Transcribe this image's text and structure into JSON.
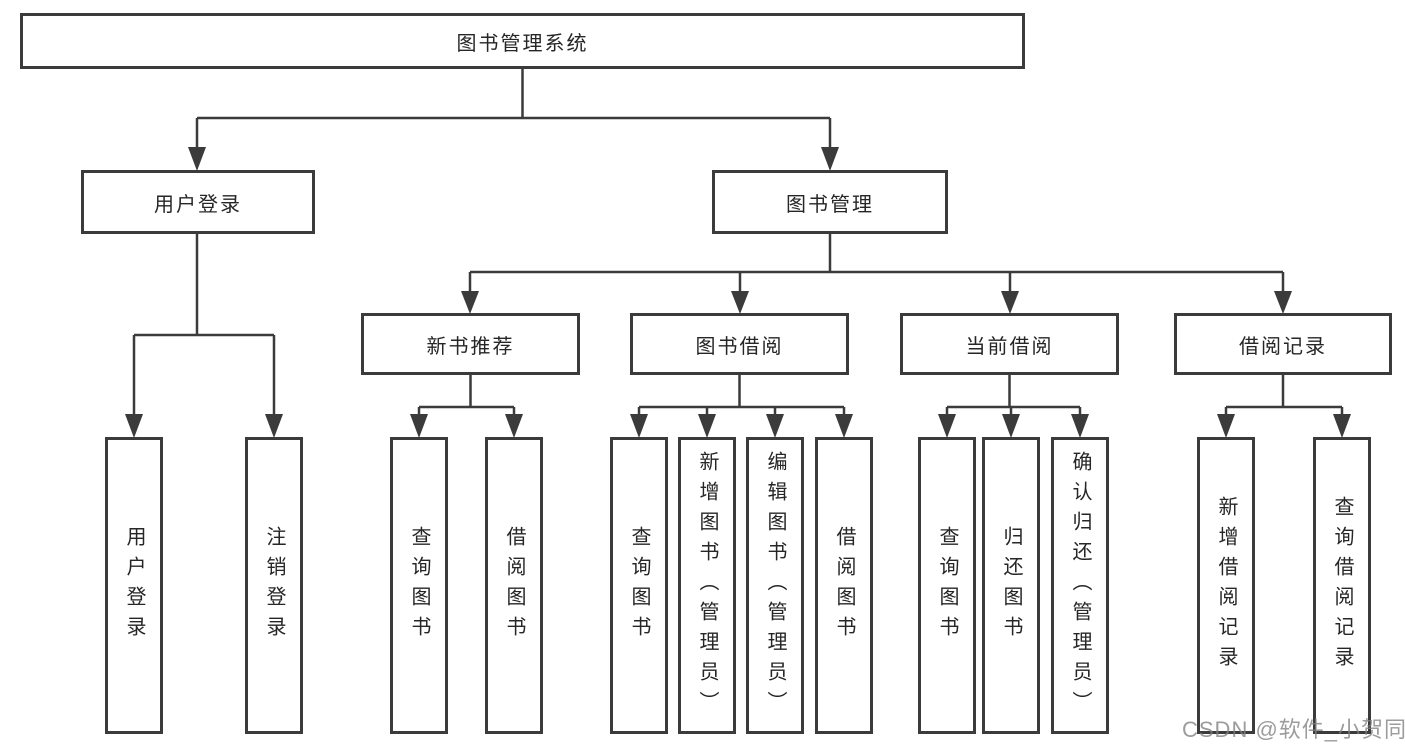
{
  "tree": {
    "root": {
      "label": "图书管理系统"
    },
    "level2": [
      {
        "label": "用户登录",
        "children": [
          {
            "label": "用户登录"
          },
          {
            "label": "注销登录"
          }
        ]
      },
      {
        "label": "图书管理",
        "children": [
          {
            "label": "新书推荐",
            "children": [
              {
                "label": "查询图书"
              },
              {
                "label": "借阅图书"
              }
            ]
          },
          {
            "label": "图书借阅",
            "children": [
              {
                "label": "查询图书"
              },
              {
                "label": "新增图书（管理员）"
              },
              {
                "label": "编辑图书（管理员）"
              },
              {
                "label": "借阅图书"
              }
            ]
          },
          {
            "label": "当前借阅",
            "children": [
              {
                "label": "查询图书"
              },
              {
                "label": "归还图书"
              },
              {
                "label": "确认归还（管理员）"
              }
            ]
          },
          {
            "label": "借阅记录",
            "children": [
              {
                "label": "新增借阅记录"
              },
              {
                "label": "查询借阅记录"
              }
            ]
          }
        ]
      }
    ]
  },
  "watermark": {
    "text": "CSDN @软件_小贺同学"
  },
  "colors": {
    "line": "#3b3b3b",
    "text": "#262626",
    "watermark": "#808080"
  }
}
